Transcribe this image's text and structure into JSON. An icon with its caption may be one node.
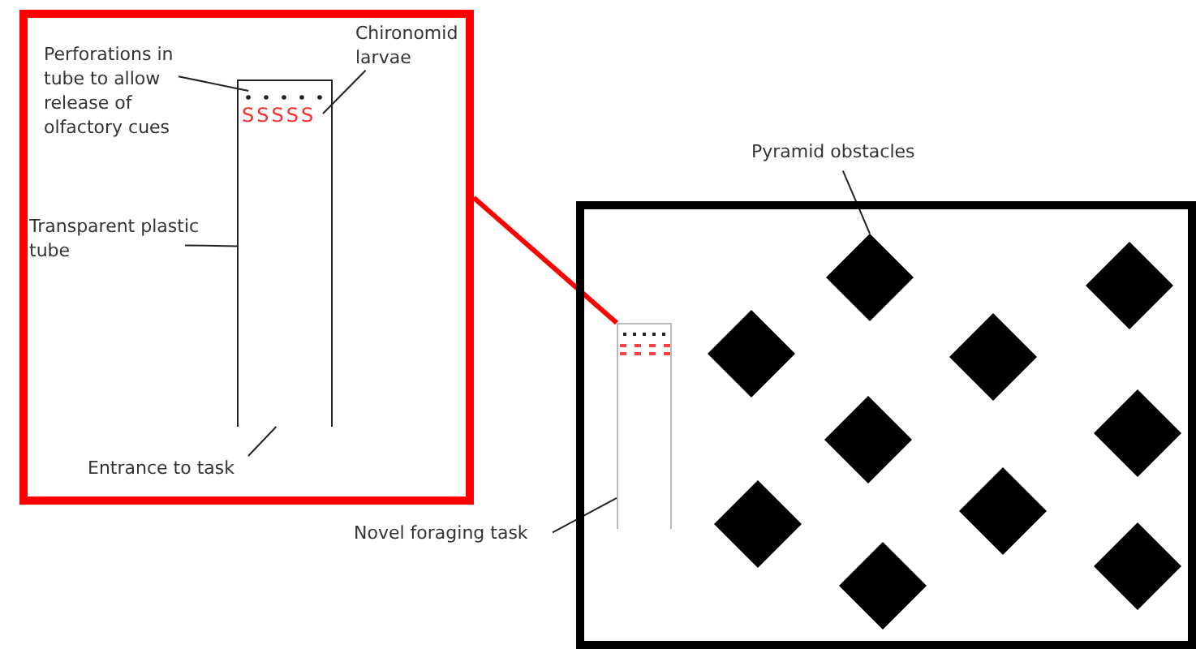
{
  "diagram": {
    "nodes": [
      {
        "text": [],
        "shape": "box"
      },
      {
        "text": [
          "Perforations in tube to allow release of olfactory cues"
        ],
        "in": 0
      },
      {
        "text": [
          "Chironomid larvae"
        ],
        "in": 0
      },
      {
        "text": [
          "Transparent plastic tube"
        ],
        "in": 0
      },
      {
        "text": [
          "Entrance to task"
        ],
        "in": 0
      },
      {
        "text": [],
        "shape": "box",
        "in": 0
      },
      {
        "text": [],
        "shape": "dots",
        "in": 5
      },
      {
        "text": [
          "SSSSS"
        ],
        "in": 5
      },
      {
        "text": [],
        "shape": "box"
      },
      {
        "text": [],
        "shape": "box",
        "in": 8
      },
      {
        "text": [
          "Pyramid obstacles"
        ]
      },
      {
        "text": [],
        "shape": "diamond",
        "in": 8
      },
      {
        "text": [],
        "shape": "diamond",
        "in": 8
      },
      {
        "text": [],
        "shape": "diamond",
        "in": 8
      },
      {
        "text": [],
        "shape": "diamond",
        "in": 8
      },
      {
        "text": [],
        "shape": "diamond",
        "in": 8
      },
      {
        "text": [],
        "shape": "diamond",
        "in": 8
      },
      {
        "text": [],
        "shape": "diamond",
        "in": 8
      },
      {
        "text": [],
        "shape": "diamond",
        "in": 8
      },
      {
        "text": [],
        "shape": "diamond",
        "in": 8
      },
      {
        "text": [],
        "shape": "diamond",
        "in": 8
      },
      {
        "text": [
          "Novel foraging task"
        ]
      }
    ],
    "edges": [
      {
        "from": 1,
        "to": 6,
        "arrow": "none"
      },
      {
        "from": 2,
        "to": 7,
        "arrow": "none"
      },
      {
        "from": 3,
        "to": 5,
        "arrow": "none"
      },
      {
        "from": 4,
        "to": 5,
        "arrow": "none"
      },
      {
        "from": 10,
        "to": 14,
        "arrow": "none"
      },
      {
        "from": 21,
        "to": 9,
        "arrow": "none"
      },
      {
        "from": 0,
        "to": 9,
        "arrow": "none",
        "style": "thick",
        "color": "#ff0000"
      }
    ]
  }
}
